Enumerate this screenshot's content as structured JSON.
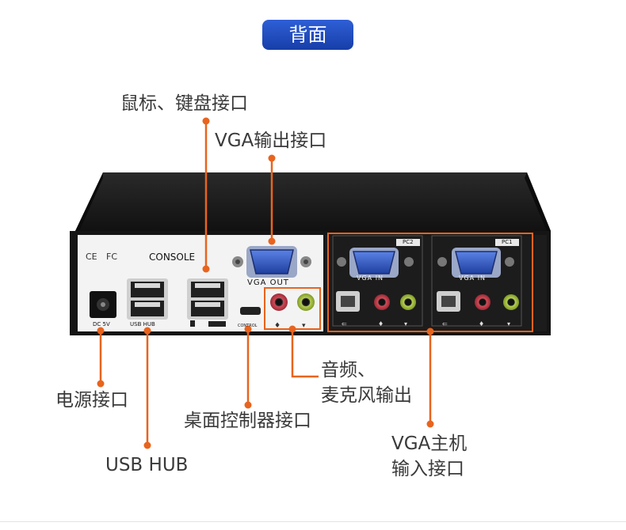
{
  "header": {
    "badge": "背面"
  },
  "callouts": {
    "mouse_keyboard": "鼠标、键盘接口",
    "vga_out": "VGA输出接口",
    "audio_line1": "音频、",
    "audio_line2": "麦克风输出",
    "power": "电源接口",
    "desktop_controller": "桌面控制器接口",
    "usb_hub": "USB HUB",
    "vga_host_line1": "VGA主机",
    "vga_host_line2": "输入接口"
  },
  "panel": {
    "ce": "CE",
    "fc": "FC",
    "console": "CONSOLE",
    "vga_out": "VGA OUT",
    "dc": "DC 5V",
    "usb_hub": "USB HUB",
    "control": "CONTROL",
    "pc1": "PC1",
    "pc2": "PC2",
    "vga_in": "VGA IN"
  },
  "colors": {
    "callout_orange": "#e8641e",
    "badge_blue": "#2450c8",
    "chassis_black": "#1b1b1b",
    "faceplate_white": "#f3f3f3",
    "vga_blue": "#2f58c8"
  }
}
